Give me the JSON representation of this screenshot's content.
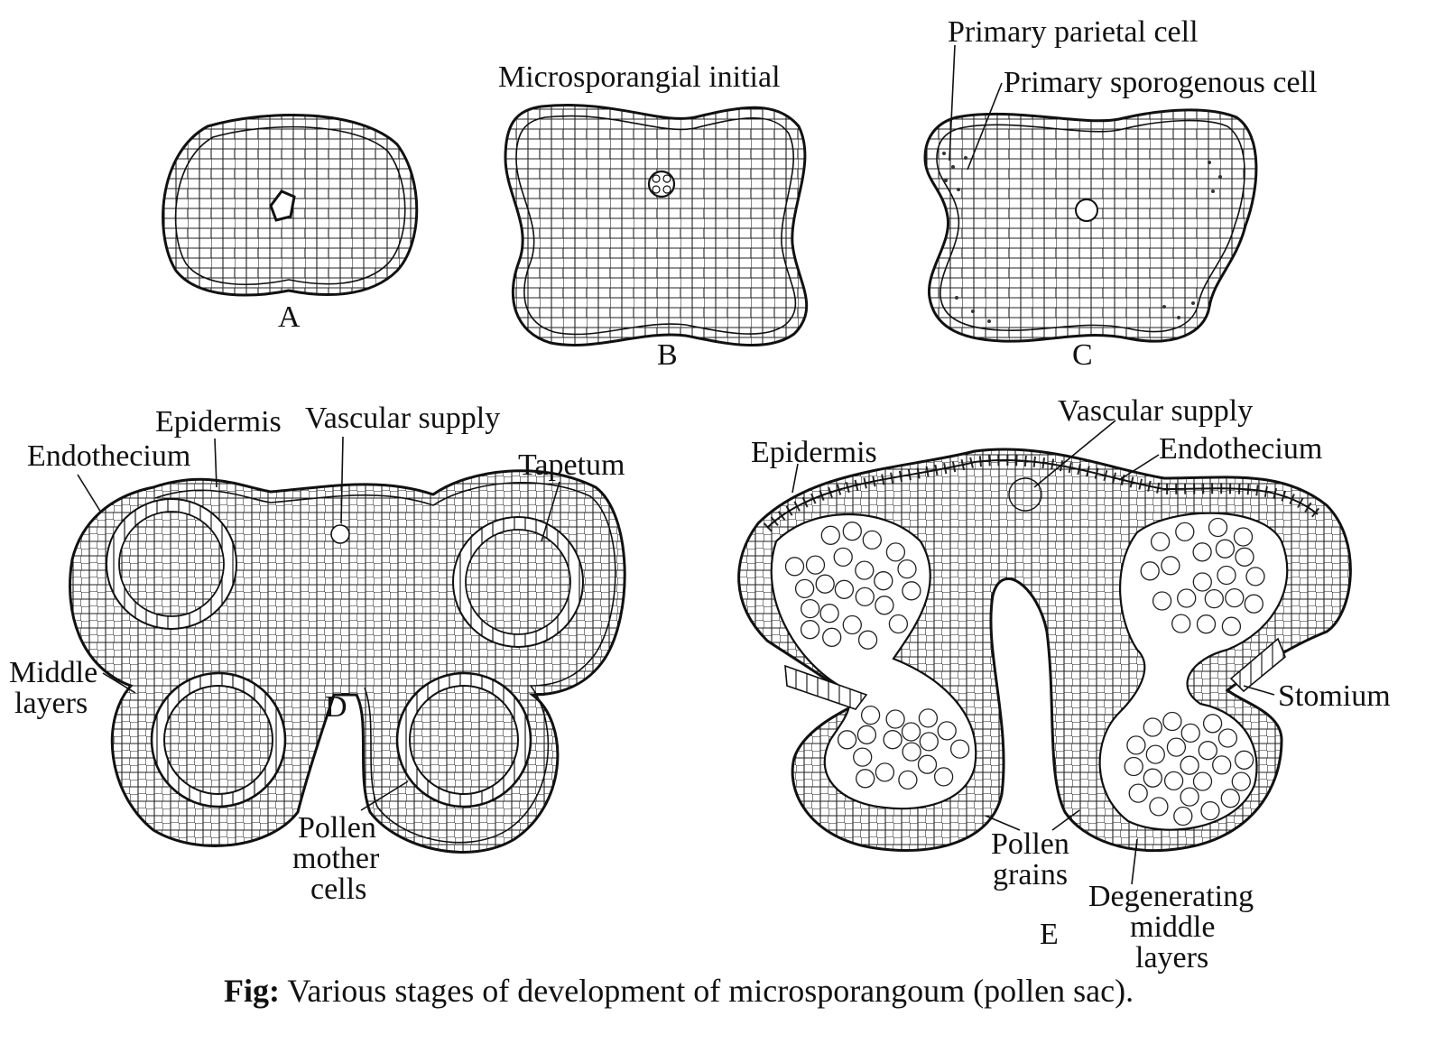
{
  "figures": {
    "A": {
      "letter": "A"
    },
    "B": {
      "letter": "B",
      "label": "Microsporangial initial"
    },
    "C": {
      "letter": "C",
      "labels": [
        "Primary parietal cell",
        "Primary sporogenous cell"
      ]
    },
    "D": {
      "letter": "D",
      "labels": [
        "Epidermis",
        "Vascular supply",
        "Endothecium",
        "Tapetum",
        "Middle",
        "layers",
        "Pollen",
        "mother",
        "cells"
      ]
    },
    "E": {
      "letter": "E",
      "labels": [
        "Vascular supply",
        "Epidermis",
        "Endothecium",
        "Stomium",
        "Pollen",
        "grains",
        "Degenerating",
        "middle",
        "layers"
      ]
    }
  },
  "caption": {
    "bold": "Fig:",
    "text": " Various stages of development of microsporangoum (pollen sac)."
  },
  "colors": {
    "ink": "#111111",
    "paper": "#ffffff"
  }
}
